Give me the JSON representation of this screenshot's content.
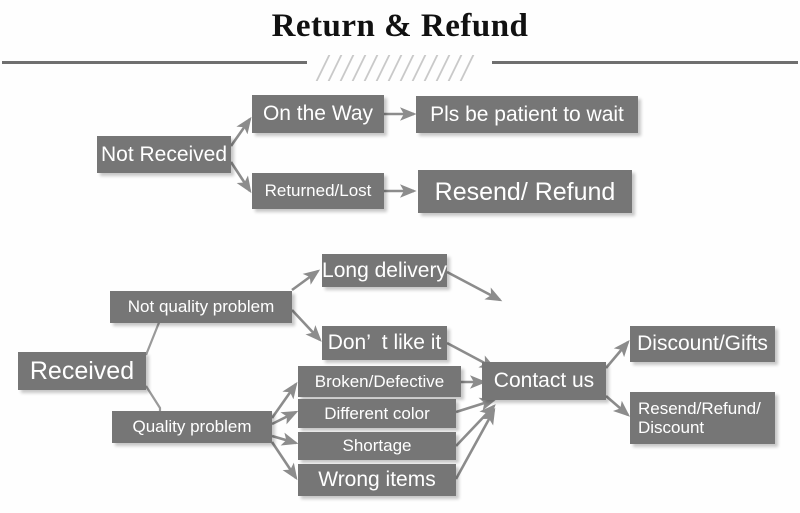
{
  "title": "Return & Refund",
  "divider": {
    "hatch_count": 13,
    "line_color": "#6f6f6f",
    "hatch_color": "#c9c9c9"
  },
  "theme": {
    "box_fill": "#767676",
    "box_text": "#ffffff",
    "arrow_color": "#8c8c8c",
    "background": "#fefefe"
  },
  "flow": {
    "not_received_branch": {
      "root": "Not Received",
      "steps": [
        {
          "cause": "On the Way",
          "outcome": "Pls be patient to wait"
        },
        {
          "cause": "Returned/Lost",
          "outcome": "Resend/ Refund"
        }
      ]
    },
    "received_branch": {
      "root": "Received",
      "categories": [
        {
          "label": "Not quality problem",
          "reasons": [
            "Long delivery",
            "Don’  t like it"
          ]
        },
        {
          "label": "Quality problem",
          "reasons": [
            "Broken/Defective",
            "Different color",
            "Shortage",
            "Wrong items"
          ]
        }
      ],
      "hub": "Contact us",
      "outcomes": [
        "Discount/Gifts",
        "Resend/Refund/\nDiscount"
      ]
    }
  }
}
